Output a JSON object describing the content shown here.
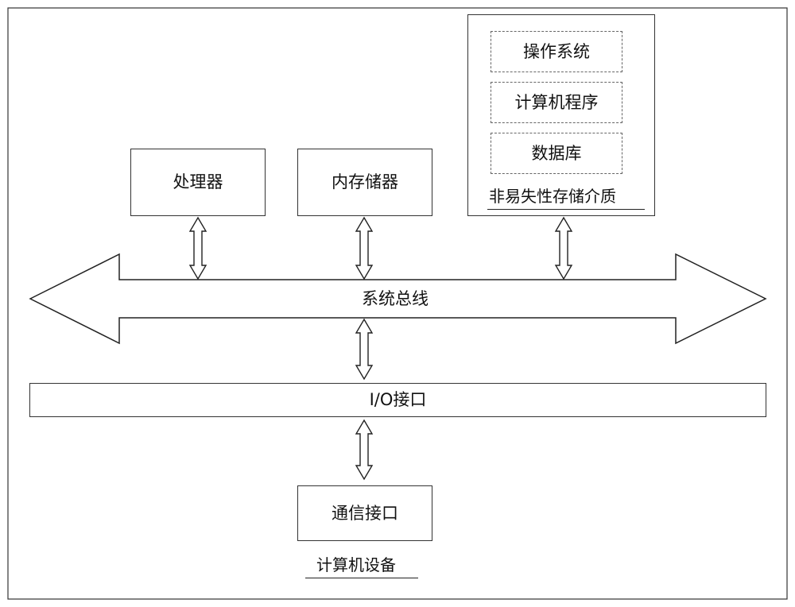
{
  "components": {
    "processor": "处理器",
    "memory": "内存储器",
    "storage": {
      "title": "非易失性存储介质",
      "items": [
        "操作系统",
        "计算机程序",
        "数据库"
      ]
    },
    "bus": "系统总线",
    "io": "I/O接口",
    "network": "通信接口"
  },
  "device_label": "计算机设备"
}
